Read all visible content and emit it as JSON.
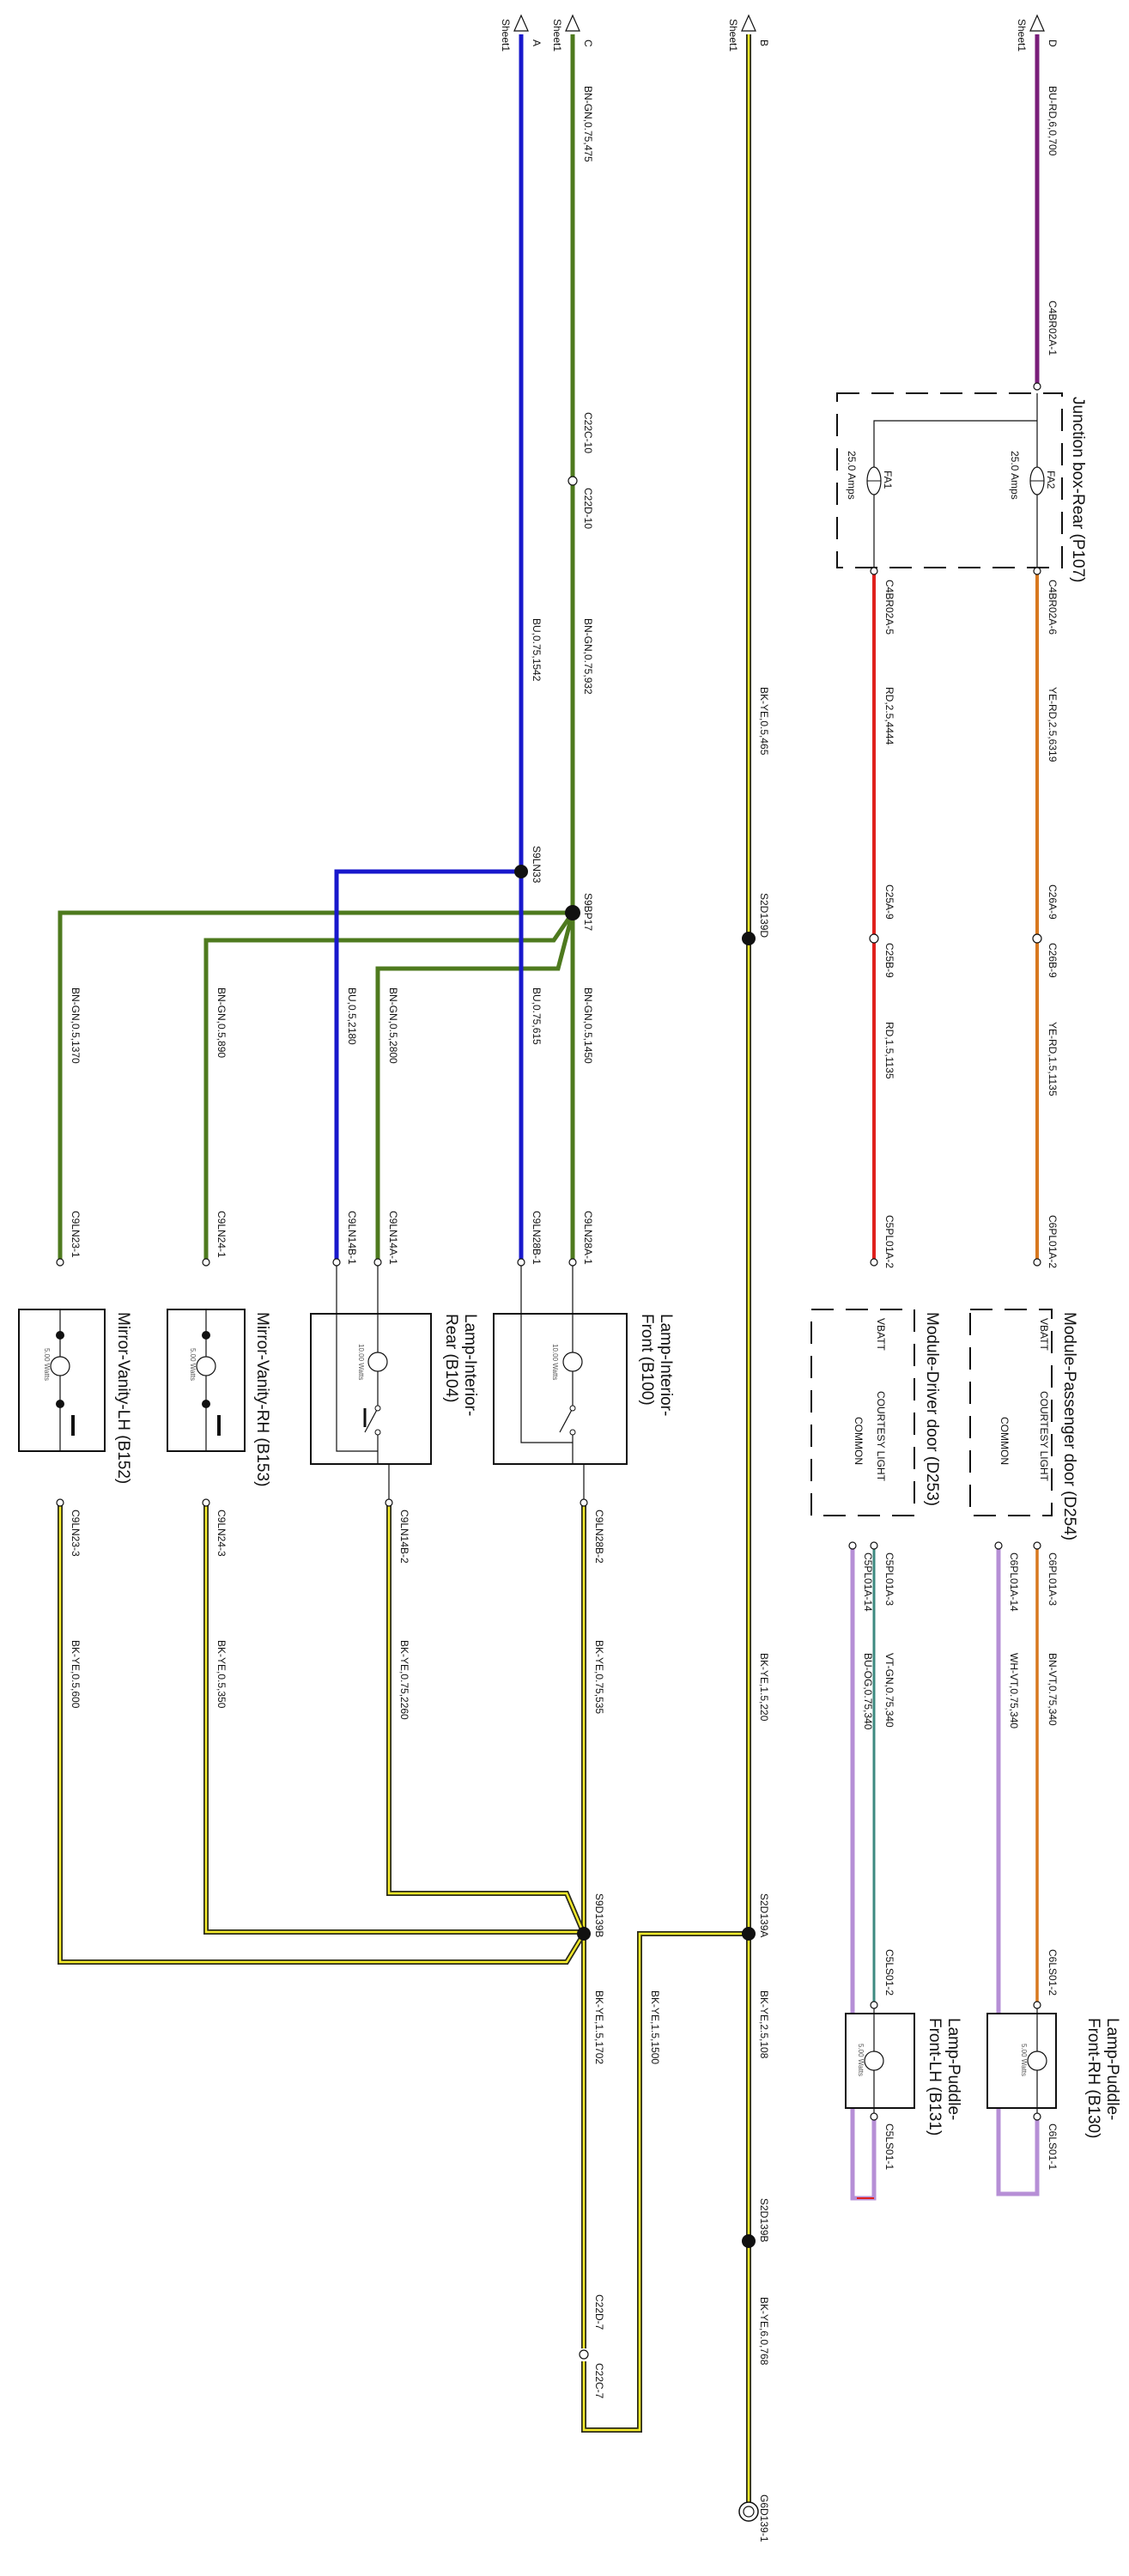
{
  "sheet_refs": [
    {
      "letter": "D",
      "sheet": "Sheet1"
    },
    {
      "letter": "B",
      "sheet": "Sheet1"
    },
    {
      "letter": "C",
      "sheet": "Sheet1"
    },
    {
      "letter": "A",
      "sheet": "Sheet1"
    }
  ],
  "wires": [
    "BU-RD,6,0,700",
    "YE-RD,2.5,6319",
    "YE-RD,1.5,1135",
    "BN-VT,0.75,340",
    "WH-VT,0.75,340",
    "RD,2.5,4444",
    "RD,1.5,1135",
    "VT-GN,0.75,340",
    "BU-OG,0.75,340",
    "BK-YE,0.5,465",
    "BK-YE,1.5,220",
    "BK-YE,2.5,108",
    "BK-YE,6.0,768",
    "BN-GN,0.75,475",
    "BN-GN,0.75,932",
    "BN-GN,0.5,1450",
    "BN-GN,0.5,2800",
    "BN-GN,0.5,890",
    "BN-GN,0.5,1370",
    "BU,0.75,1542",
    "BU,0.75,615",
    "BU,0.5,2180",
    "BK-YE,0.75,535",
    "BK-YE,0.75,2260",
    "BK-YE,0.5,350",
    "BK-YE,0.5,600",
    "BK-YE,1.5,1702",
    "BK-YE,1.5,1500"
  ],
  "connectors": [
    "C4BR02A-1",
    "C4BR02A-6",
    "C4BR02A-5",
    "C26A-9",
    "C26B-9",
    "C25A-9",
    "C25B-9",
    "C6PL01A-2",
    "C6PL01A-3",
    "C6PL01A-14",
    "C5PL01A-2",
    "C5PL01A-3",
    "C5PL01A-14",
    "C6LS01-2",
    "C6LS01-1",
    "C5LS01-2",
    "C5LS01-1",
    "C22C-10",
    "C22D-10",
    "C22D-7",
    "C22C-7",
    "C9LN28A-1",
    "C9LN28B-1",
    "C9LN28B-2",
    "C9LN14A-1",
    "C9LN14B-1",
    "C9LN14B-2",
    "C9LN24-1",
    "C9LN24-3",
    "C9LN23-1",
    "C9LN23-3"
  ],
  "splices": [
    "S2D139D",
    "S2D139A",
    "S2D139B",
    "S9LN33",
    "S9BP17",
    "S9D139B"
  ],
  "ground": "G6D139-1",
  "junction_box": {
    "title": "Junction box-Rear (P107)",
    "fuses": [
      {
        "name": "FA2",
        "rating": "25.0 Amps"
      },
      {
        "name": "FA1",
        "rating": "25.0 Amps"
      }
    ]
  },
  "modules": [
    {
      "title": "Module-Passenger door (D254)",
      "vbatt": "VBATT",
      "courtesy": "COURTESY LIGHT",
      "common": "COMMON"
    },
    {
      "title": "Module-Driver door (D253)",
      "vbatt": "VBATT",
      "courtesy": "COURTESY LIGHT",
      "common": "COMMON"
    }
  ],
  "lamps": [
    {
      "title_line1": "Lamp-Puddle-",
      "title_line2": "Front-RH (B130)",
      "watts": "5.00 Watts"
    },
    {
      "title_line1": "Lamp-Puddle-",
      "title_line2": "Front-LH (B131)",
      "watts": "5.00 Watts"
    },
    {
      "title_line1": "Lamp-Interior-",
      "title_line2": "Front (B100)",
      "watts": "10.00 Watts"
    },
    {
      "title_line1": "Lamp-Interior-",
      "title_line2": "Rear (B104)",
      "watts": "10.00 Watts"
    },
    {
      "title_line1": "Mirror-Vanity-RH (B153)",
      "title_line2": "",
      "watts": "5.00 Watts"
    },
    {
      "title_line1": "Mirror-Vanity-LH (B152)",
      "title_line2": "",
      "watts": "5.00 Watts"
    }
  ],
  "colors": {
    "purple": "#7a1e7a",
    "orange": "#d8781f",
    "red": "#e0201c",
    "green": "#4e7a1e",
    "blue": "#1818cc",
    "bkye_dark": "#2a2a1a",
    "bkye_fill": "#f4ea2a",
    "lilac": "#b68fd6",
    "teal": "#3d8a80"
  }
}
